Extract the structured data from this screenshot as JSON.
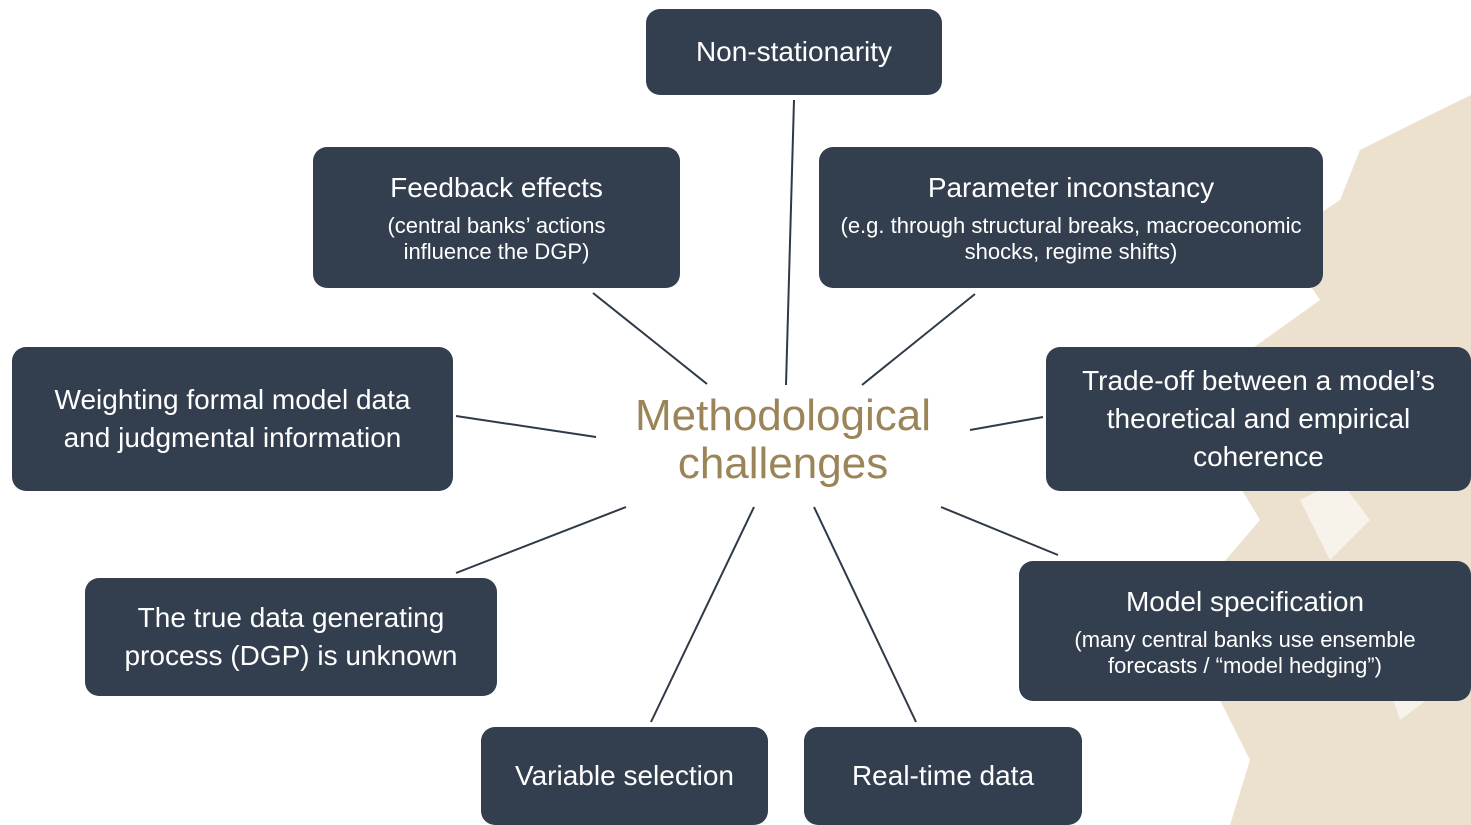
{
  "center": {
    "line1": "Methodological",
    "line2": "challenges"
  },
  "nodes": [
    {
      "id": "non-stationarity",
      "title": "Non-stationarity"
    },
    {
      "id": "feedback-effects",
      "title": "Feedback effects",
      "sub": "(central banks’ actions influence the DGP)"
    },
    {
      "id": "parameter-inconstancy",
      "title": "Parameter inconstancy",
      "sub": "(e.g.  through structural breaks, macroeconomic shocks, regime shifts)"
    },
    {
      "id": "weighting",
      "title": "Weighting formal model data and judgmental information"
    },
    {
      "id": "trade-off",
      "title": "Trade-off between a model’s theoretical and empirical coherence"
    },
    {
      "id": "true-dgp",
      "title": "The true data generating process (DGP) is unknown"
    },
    {
      "id": "model-specification",
      "title": "Model specification",
      "sub": "(many central banks use ensemble forecasts / “model hedging”)"
    },
    {
      "id": "variable-selection",
      "title": "Variable selection"
    },
    {
      "id": "real-time-data",
      "title": "Real-time data"
    }
  ],
  "colors": {
    "box": "#333f4f",
    "box_text": "#ffffff",
    "center_text": "#9b8458",
    "connector": "#2f3a48",
    "texture": "#e7dcc6"
  }
}
